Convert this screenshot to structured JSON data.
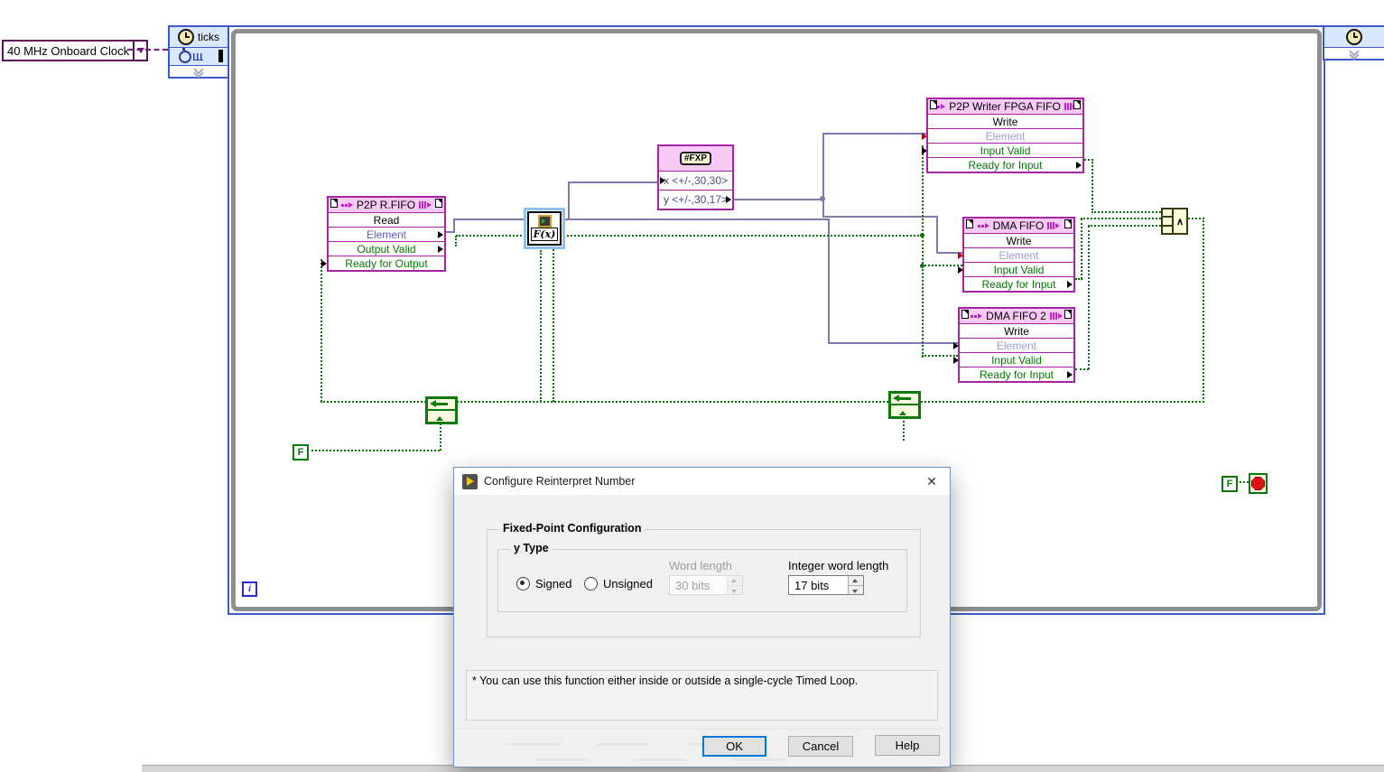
{
  "colors": {
    "node_border": "#A424A4",
    "node_header": "#F7C9F7",
    "wire_fxp": "#7B7BAD",
    "wire_bool": "#067806",
    "wire_clock": "#7D1A7D",
    "loop_border_blue": "#3A5BC8",
    "loop_border_gray": "#8F8F8F",
    "selection_glow": "#8FC1EE",
    "dialog_focus": "#0078D7"
  },
  "clock_constant": {
    "label": "40 MHz Onboard Clock"
  },
  "loop": {
    "ticks_label": "ticks"
  },
  "nodes": {
    "p2p_read": {
      "title": "P2P R.FIFO",
      "method": "Read",
      "rows": [
        "Element",
        "Output Valid",
        "Ready for Output"
      ]
    },
    "reinterpret": {
      "label": "F(x)"
    },
    "fxp": {
      "badge": "#FXP",
      "row_x": "x <+/-,30,30>",
      "row_y": "y <+/-,30,17>"
    },
    "p2p_writer": {
      "title": "P2P Writer FPGA FIFO",
      "method": "Write",
      "rows": [
        "Element",
        "Input Valid",
        "Ready for Input"
      ]
    },
    "dma_fifo": {
      "title": "DMA FIFO",
      "method": "Write",
      "rows": [
        "Element",
        "Input Valid",
        "Ready for Input"
      ]
    },
    "dma_fifo2": {
      "title": "DMA FIFO 2",
      "method": "Write",
      "rows": [
        "Element",
        "Input Valid",
        "Ready for Input"
      ]
    },
    "and_node": {
      "symbol": "∧"
    },
    "false_const_loop": "F",
    "false_const_stop": "F",
    "iteration_terminal": "i"
  },
  "dialog": {
    "title": "Configure Reinterpret Number",
    "close": "✕",
    "group_title": "Fixed-Point Configuration",
    "subgroup_title": "y Type",
    "radio_signed": "Signed",
    "radio_unsigned": "Unsigned",
    "word_length_label": "Word length",
    "word_length_value": "30 bits",
    "integer_word_length_label": "Integer word length",
    "integer_word_length_value": "17 bits",
    "note": "* You can use this function either inside or outside a single-cycle Timed Loop.",
    "buttons": {
      "ok": "OK",
      "cancel": "Cancel",
      "help": "Help"
    }
  }
}
